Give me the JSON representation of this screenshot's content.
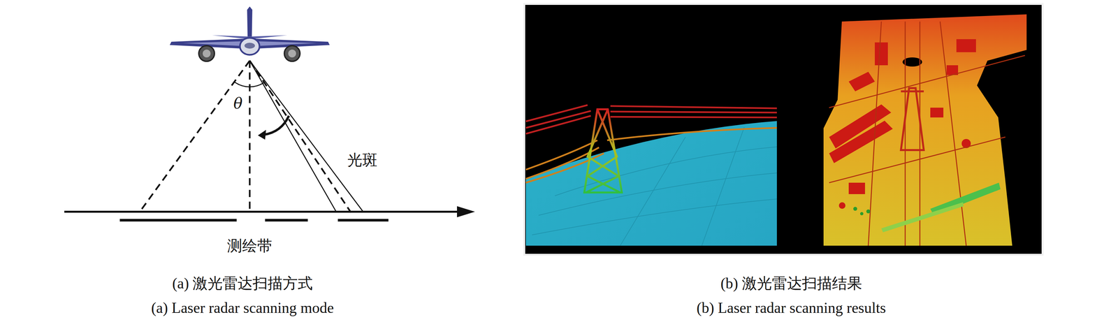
{
  "diagram": {
    "labels": [
      "θ",
      "光斑",
      "测绘带",
      "(a) 激光雷达扫描方式",
      "(a) Laser radar scanning mode",
      "(b) 激光雷达扫描结果",
      "(b) Laser radar scanning results"
    ]
  }
}
